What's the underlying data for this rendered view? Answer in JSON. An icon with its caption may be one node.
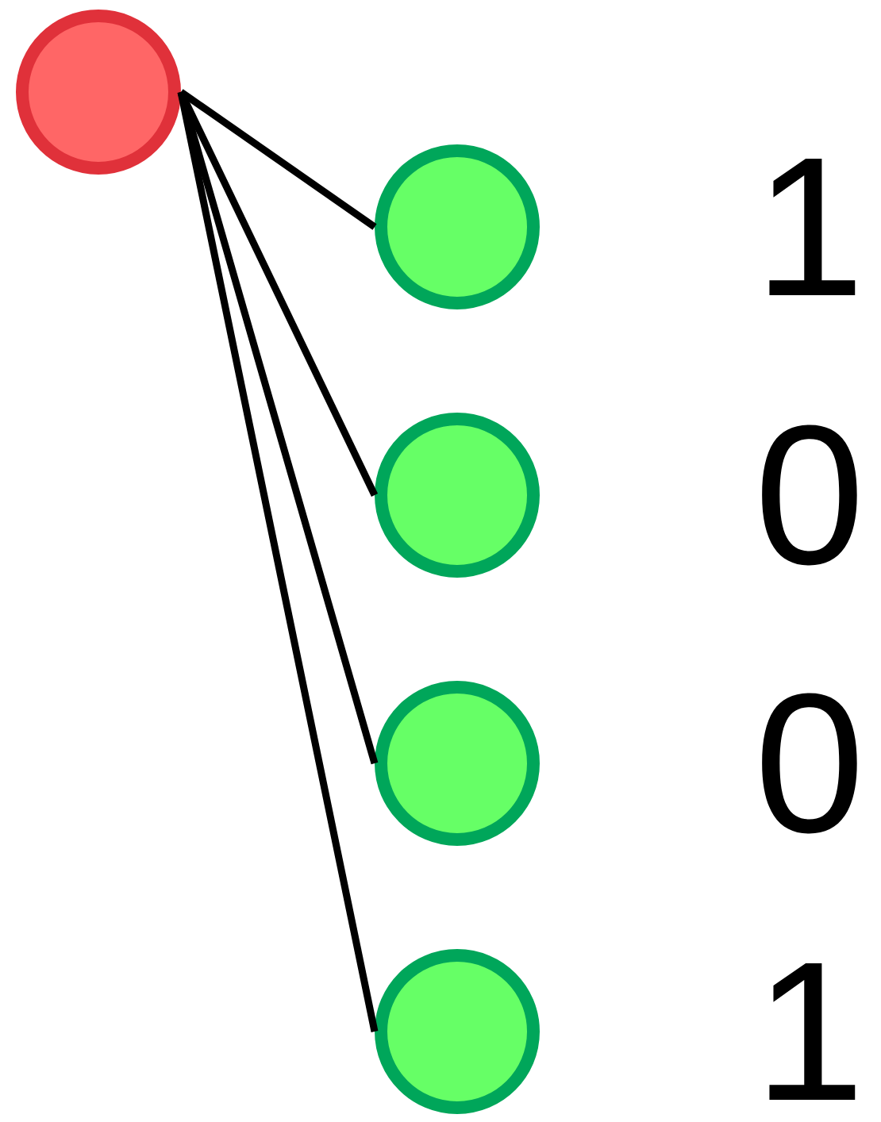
{
  "diagram": {
    "nodes": [
      {
        "text": [],
        "shape": "circle"
      },
      {
        "text": [],
        "shape": "circle",
        "beside": [
          "1"
        ]
      },
      {
        "text": [],
        "shape": "circle",
        "beside": [
          "0"
        ]
      },
      {
        "text": [],
        "shape": "circle",
        "beside": [
          "0"
        ]
      },
      {
        "text": [],
        "shape": "circle",
        "beside": [
          "1"
        ]
      }
    ],
    "edges": [
      {
        "from": 0,
        "to": 1,
        "arrow": "none"
      },
      {
        "from": 0,
        "to": 2,
        "arrow": "none"
      },
      {
        "from": 0,
        "to": 3,
        "arrow": "none"
      },
      {
        "from": 0,
        "to": 4,
        "arrow": "none"
      }
    ]
  }
}
